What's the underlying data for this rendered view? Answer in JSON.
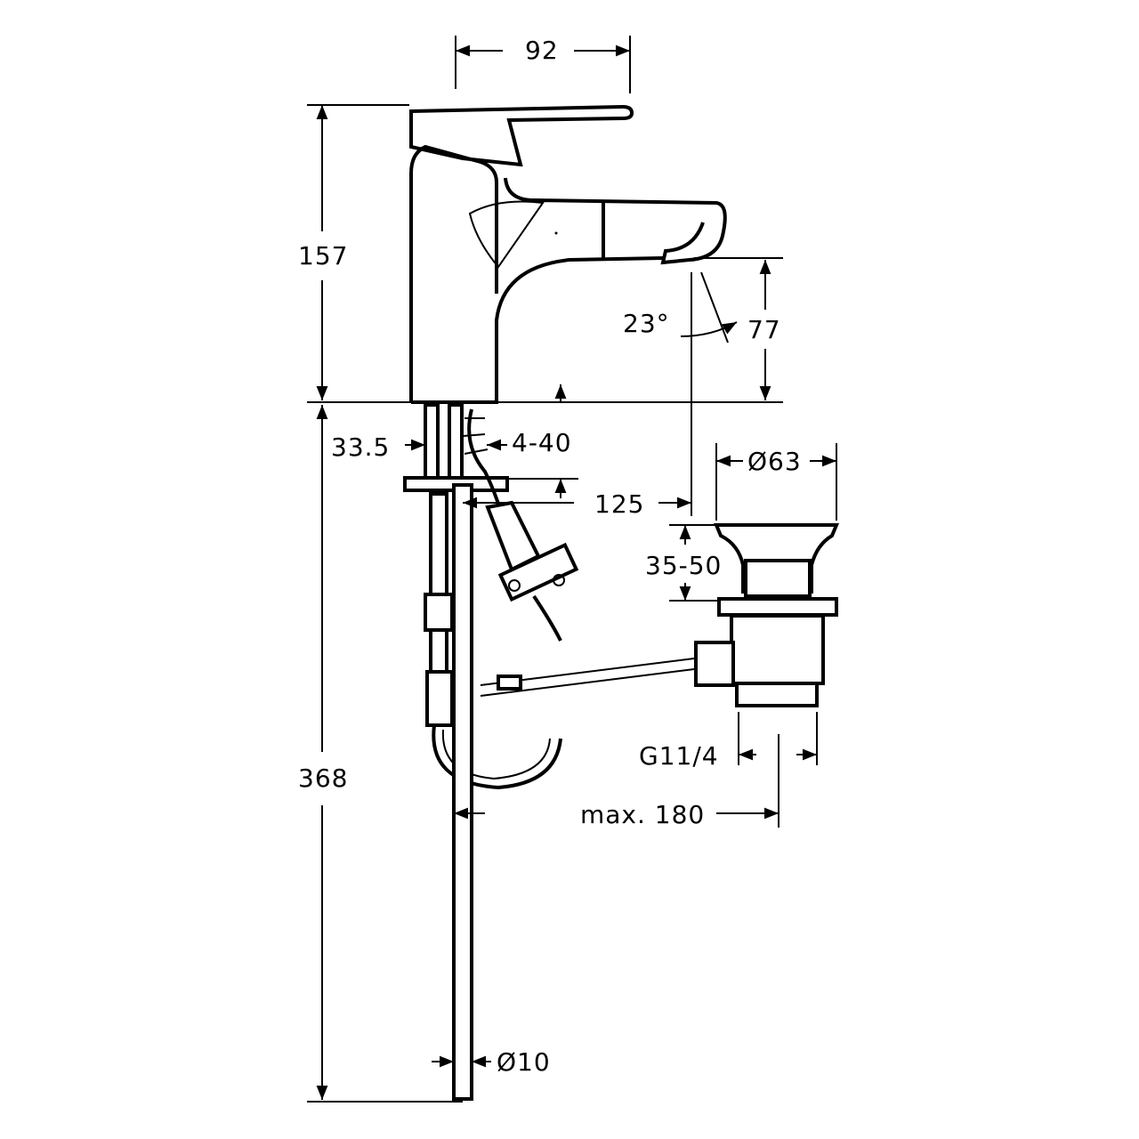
{
  "dimensions": {
    "width_top": "92",
    "height_upper": "157",
    "height_lower": "368",
    "spout_height": "77",
    "spout_angle": "23°",
    "base_offset": "33.5",
    "deck_thickness": "4-40",
    "spout_reach": "125",
    "waste_diameter": "Ø63",
    "waste_height": "35-50",
    "waste_thread": "G11/4",
    "rod_reach": "max. 180",
    "rod_diameter": "Ø10"
  },
  "colors": {
    "line": "#000000",
    "background": "#ffffff"
  }
}
